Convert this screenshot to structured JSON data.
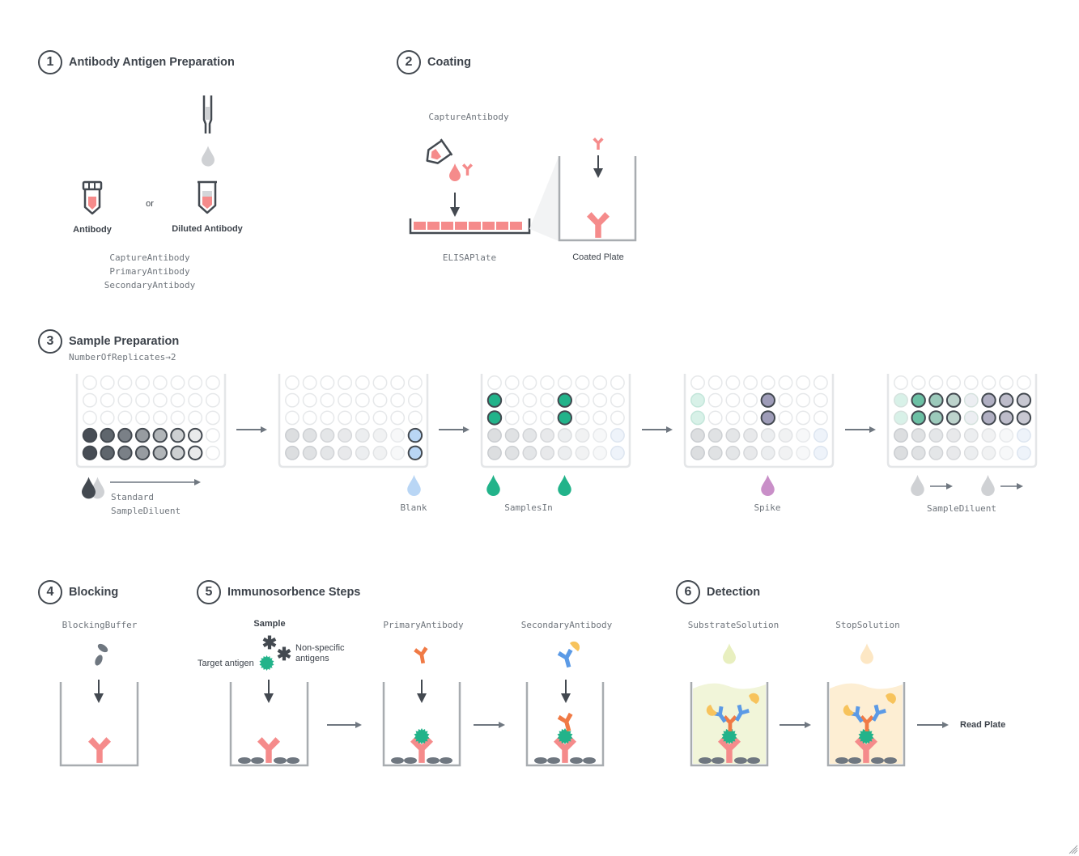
{
  "steps": [
    {
      "num": "1",
      "title": "Antibody Antigen Preparation"
    },
    {
      "num": "2",
      "title": "Coating"
    },
    {
      "num": "3",
      "title": "Sample Preparation"
    },
    {
      "num": "4",
      "title": "Blocking"
    },
    {
      "num": "5",
      "title": "Immunosorbence Steps"
    },
    {
      "num": "6",
      "title": "Detection"
    }
  ],
  "step1": {
    "antibody_label": "Antibody",
    "or_label": "or",
    "diluted_label": "Diluted Antibody",
    "reagents": [
      "CaptureAntibody",
      "PrimaryAntibody",
      "SecondaryAntibody"
    ]
  },
  "step2": {
    "reagent": "CaptureAntibody",
    "plate_label": "ELISAPlate",
    "coated_label": "Coated Plate"
  },
  "step3": {
    "param": "NumberOfReplicates→2",
    "standard": "Standard",
    "diluent": "SampleDiluent",
    "blank": "Blank",
    "samples": "SamplesIn",
    "spike": "Spike",
    "diluent2": "SampleDiluent"
  },
  "step4": {
    "reagent": "BlockingBuffer"
  },
  "step5": {
    "sample": "Sample",
    "target": "Target antigen",
    "nonspecific": [
      "Non-specific",
      "antigens"
    ],
    "primary": "PrimaryAntibody",
    "secondary": "SecondaryAntibody"
  },
  "step6": {
    "substrate": "SubstrateSolution",
    "stop": "StopSolution",
    "read": "Read Plate"
  },
  "colors": {
    "dark": "#434950",
    "capture": "#f58b8b",
    "target": "#22b38a",
    "primary": "#f07a45",
    "secondary": "#5b9ae6",
    "enzyme": "#f7c35c",
    "blank": "#b9d6f5",
    "spike": "#c98fc8",
    "substrate": "#f1f5d9",
    "stop": "#fdeed3"
  }
}
